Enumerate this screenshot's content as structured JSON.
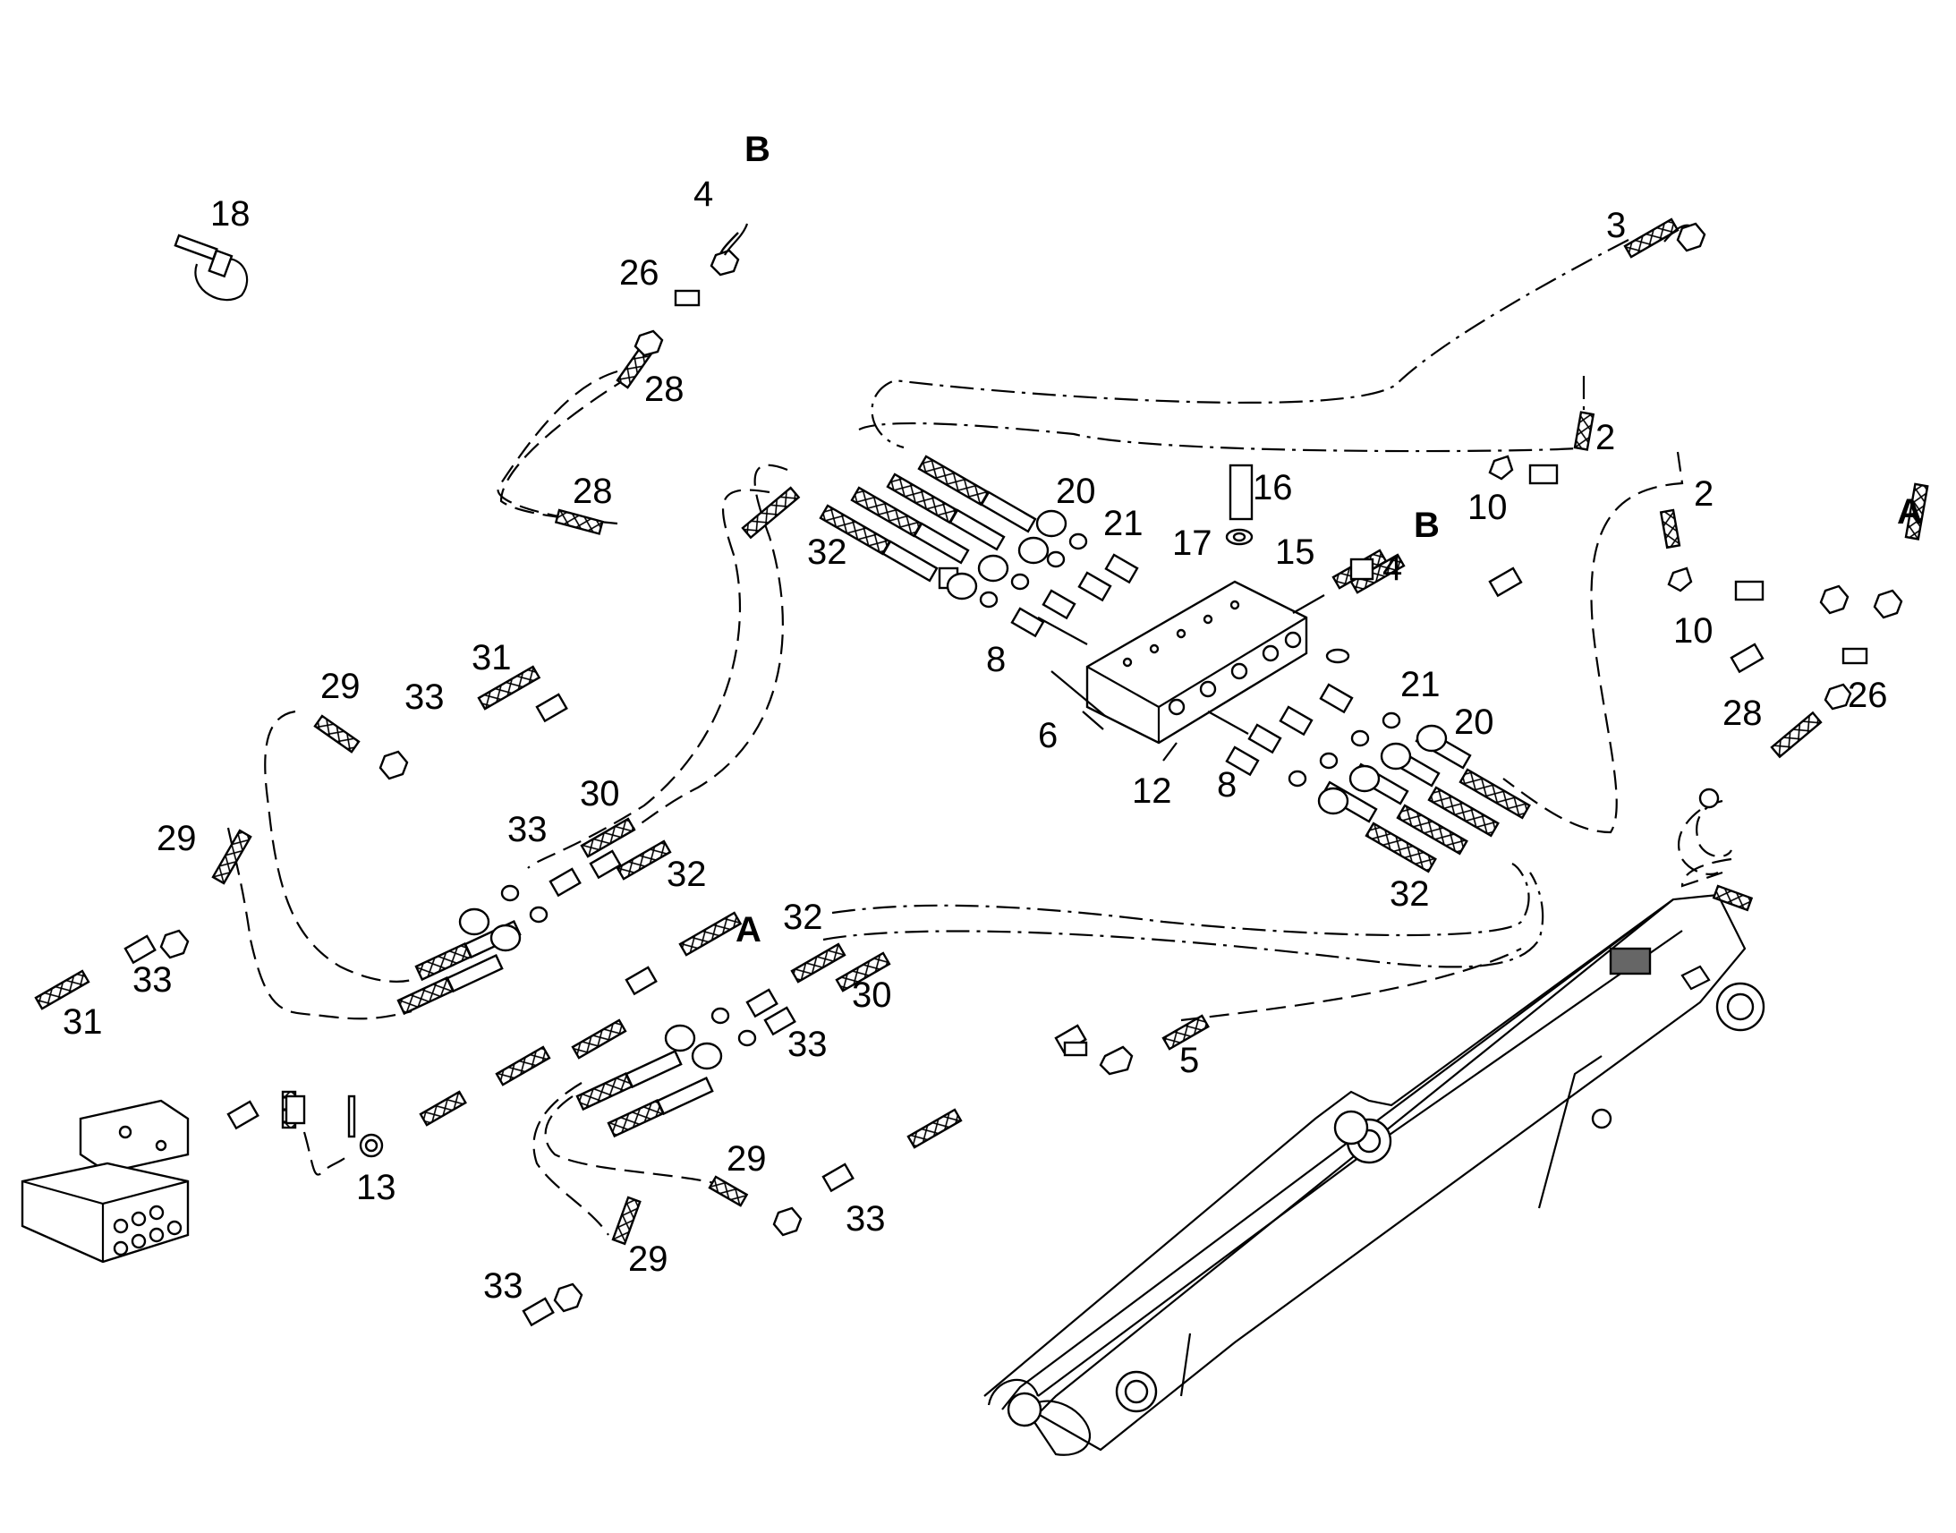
{
  "diagram": {
    "callouts": [
      {
        "id": "c18a",
        "text": "18"
      },
      {
        "id": "cBtop",
        "text": "B"
      },
      {
        "id": "c4a",
        "text": "4"
      },
      {
        "id": "c26a",
        "text": "26"
      },
      {
        "id": "c28a",
        "text": "28"
      },
      {
        "id": "c28b",
        "text": "28"
      },
      {
        "id": "c3",
        "text": "3"
      },
      {
        "id": "c2a",
        "text": "2"
      },
      {
        "id": "c2b",
        "text": "2"
      },
      {
        "id": "c16",
        "text": "16"
      },
      {
        "id": "c20a",
        "text": "20"
      },
      {
        "id": "c21a",
        "text": "21"
      },
      {
        "id": "c17",
        "text": "17"
      },
      {
        "id": "c15",
        "text": "15"
      },
      {
        "id": "cBmid",
        "text": "B"
      },
      {
        "id": "c4b",
        "text": "4"
      },
      {
        "id": "c10a",
        "text": "10"
      },
      {
        "id": "c10b",
        "text": "10"
      },
      {
        "id": "cAright",
        "text": "A"
      },
      {
        "id": "c32a",
        "text": "32"
      },
      {
        "id": "c8a",
        "text": "8"
      },
      {
        "id": "c6",
        "text": "6"
      },
      {
        "id": "c12",
        "text": "12"
      },
      {
        "id": "c8b",
        "text": "8"
      },
      {
        "id": "c21b",
        "text": "21"
      },
      {
        "id": "c20b",
        "text": "20"
      },
      {
        "id": "c28c",
        "text": "28"
      },
      {
        "id": "c26b",
        "text": "26"
      },
      {
        "id": "c32b",
        "text": "32"
      },
      {
        "id": "c29a",
        "text": "29"
      },
      {
        "id": "c33a",
        "text": "33"
      },
      {
        "id": "c31a",
        "text": "31"
      },
      {
        "id": "c30a",
        "text": "30"
      },
      {
        "id": "c33b",
        "text": "33"
      },
      {
        "id": "c29b",
        "text": "29"
      },
      {
        "id": "c32c",
        "text": "32"
      },
      {
        "id": "c33c",
        "text": "33"
      },
      {
        "id": "c31b",
        "text": "31"
      },
      {
        "id": "cAleft",
        "text": "A"
      },
      {
        "id": "c32d",
        "text": "32"
      },
      {
        "id": "c30b",
        "text": "30"
      },
      {
        "id": "c33d",
        "text": "33"
      },
      {
        "id": "c5",
        "text": "5"
      },
      {
        "id": "c13",
        "text": "13"
      },
      {
        "id": "c29c",
        "text": "29"
      },
      {
        "id": "c33e",
        "text": "33"
      },
      {
        "id": "c33f",
        "text": "33"
      },
      {
        "id": "c29d",
        "text": "29"
      }
    ]
  }
}
